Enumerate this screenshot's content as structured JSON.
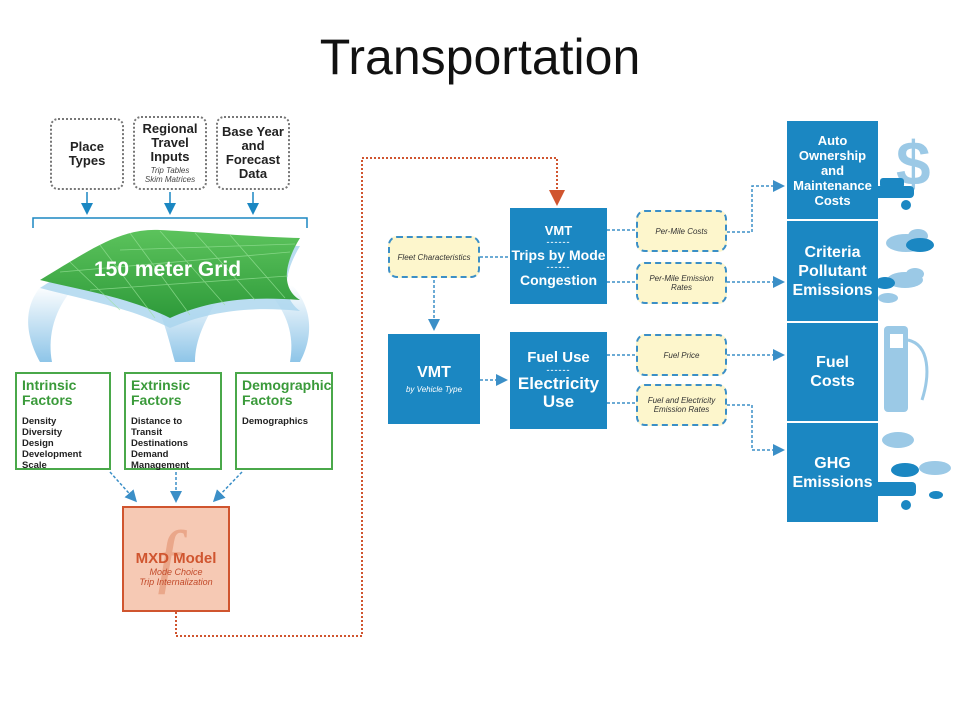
{
  "title": "Transportation",
  "inputs": [
    {
      "label": "Place Types"
    },
    {
      "label": "Regional Travel Inputs",
      "sub": [
        "Trip Tables",
        "Skim Matrices"
      ]
    },
    {
      "label": "Base Year and Forecast Data"
    }
  ],
  "grid_label": "150 meter Grid",
  "factors": [
    {
      "title": "Intrinsic Factors",
      "items": [
        "Density",
        "Diversity",
        "Design",
        "Development Scale"
      ]
    },
    {
      "title": "Extrinsic Factors",
      "items": [
        "Distance to Transit",
        "Destinations",
        "Demand",
        "Management"
      ]
    },
    {
      "title": "Demographic Factors",
      "items": [
        "Demographics"
      ]
    }
  ],
  "mxd": {
    "title": "MXD Model",
    "sub1": "Mode Choice",
    "sub2": "Trip Internalization"
  },
  "fleet": "Fleet Characteristics",
  "vmt_box": {
    "title": "VMT",
    "sub": "by Vehicle Type"
  },
  "vmt_modes": {
    "line1": "VMT",
    "line2": "Trips by Mode",
    "line3": "Congestion",
    "sep": "------"
  },
  "fuel_box": {
    "line1": "Fuel Use",
    "line2": "Electricity Use",
    "sep": "------"
  },
  "rates": [
    {
      "label": "Per-Mile Costs"
    },
    {
      "label": "Per-Mile Emission Rates"
    },
    {
      "label": "Fuel Price"
    },
    {
      "label": "Fuel and Electricity Emission Rates"
    }
  ],
  "outputs": [
    {
      "label": "Auto Ownership and Maintenance Costs"
    },
    {
      "label": "Criteria Pollutant Emissions"
    },
    {
      "label": "Fuel Costs"
    },
    {
      "label": "GHG Emissions"
    }
  ],
  "colors": {
    "blue": "#1b87c2",
    "green": "#3a9a3a",
    "orange": "#d0552f",
    "cream": "#fdf6cc"
  }
}
